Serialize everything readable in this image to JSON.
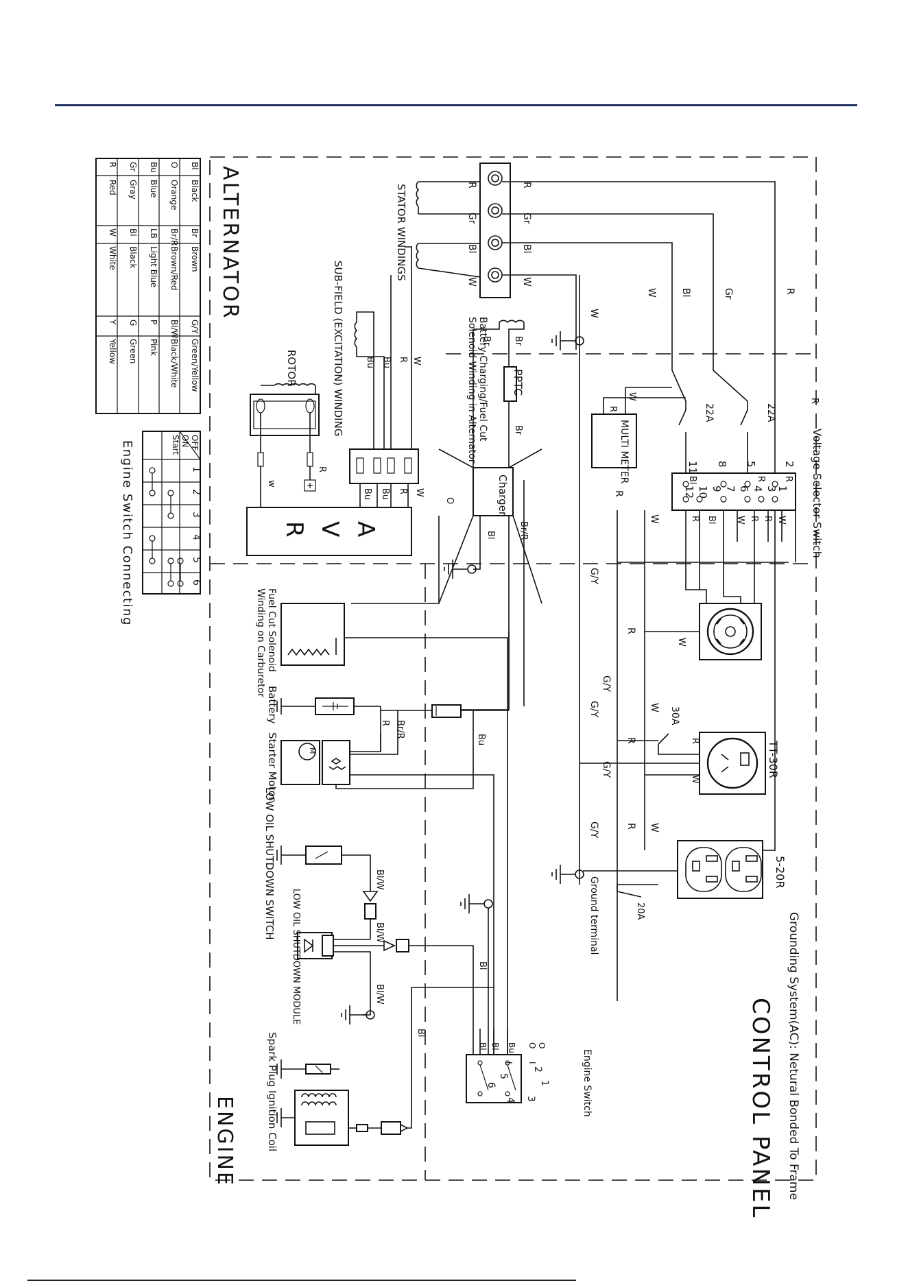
{
  "sections": {
    "alternator": "ALTERNATOR",
    "control_panel": "CONTROL PANEL",
    "engine": "ENGINE"
  },
  "grounding_note": "Grounding System(AC): Netural Bonded To Frame",
  "color_legend": [
    [
      "Bl",
      "Black",
      "Br",
      "Brown",
      "G/Y",
      "Green/Yellow"
    ],
    [
      "O",
      "Orange",
      "Br/R",
      "Brown/Red",
      "Bl/W",
      "Black/White"
    ],
    [
      "Bu",
      "Blue",
      "LB",
      "Light Blue",
      "P",
      "Pink"
    ],
    [
      "Gr",
      "Gray",
      "Bl",
      "Black",
      "G",
      "Green"
    ],
    [
      "R",
      "Red",
      "W",
      "White",
      "Y",
      "Yellow"
    ]
  ],
  "engine_switch_table": {
    "title": "Engine Switch Connecting",
    "columns": [
      "1",
      "2",
      "3",
      "4",
      "5",
      "6"
    ],
    "rows": [
      "OFF",
      "ON",
      "Start"
    ]
  },
  "labels": {
    "stator_windings": "STATOR WINDINGS",
    "sub_field": "SUB-FIELD (EXCITATION) WINDING",
    "rotor": "ROTOR",
    "avr_a": "A",
    "avr_v": "V",
    "avr_r": "R",
    "battery_charging": "Battery Charging/Fuel Cut",
    "solenoid_winding": "Solenoid Winding in Alternator",
    "pptc": "PPTC",
    "charger": "Charger",
    "multimeter": "MULTI METER",
    "breaker_22a_1": "22A",
    "breaker_22a_2": "22A",
    "voltage_selector": "Voltage Selector Switch",
    "fuel_cut_1": "Fuel Cut Solenoid",
    "fuel_cut_2": "Winding on Carburetor",
    "battery": "Battery",
    "starter_motor": "Starter Motor",
    "low_oil_switch": "LOW OIL SHUTDOWN SWITCH",
    "low_oil_module": "LOW OIL SHUTDOWN MODULE",
    "spark_plug": "Spark Plug",
    "ignition_coil": "Ignition Coil",
    "engine_switch": "Engine Switch",
    "breaker_30a": "30A",
    "receptacle_tt30r": "TT-30R",
    "receptacle_520r": "5-20R",
    "breaker_20a": "20A",
    "ground_terminal": "Ground terminal",
    "motor_m": "M"
  },
  "wire_codes": {
    "R": "R",
    "Gr": "Gr",
    "Bl": "Bl",
    "W": "W",
    "Bu": "Bu",
    "Br": "Br",
    "BrR": "Br/R",
    "GY": "G/Y",
    "O": "O",
    "BlW": "Bl/W",
    "w": "w",
    "I": "I"
  },
  "selector_terminals": [
    "1",
    "2",
    "3",
    "4",
    "5",
    "6",
    "7",
    "8",
    "9",
    "10",
    "11",
    "12"
  ],
  "engine_switch_terminals": [
    "1",
    "2",
    "3",
    "4",
    "5",
    "6"
  ]
}
